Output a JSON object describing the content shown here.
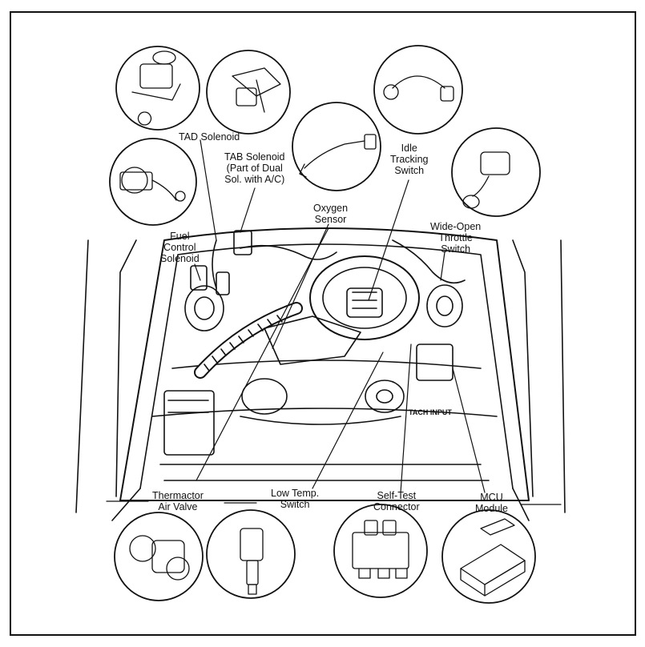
{
  "labels": {
    "tad": [
      "TAD Solenoid"
    ],
    "tab": [
      "TAB Solenoid",
      "(Part of Dual",
      "Sol. with A/C)"
    ],
    "oxygen": [
      "Oxygen",
      "Sensor"
    ],
    "idle": [
      "Idle",
      "Tracking",
      "Switch"
    ],
    "wot": [
      "Wide-Open",
      "Throttle",
      "Switch"
    ],
    "fuel": [
      "Fuel",
      "Control",
      "Solenoid"
    ],
    "tach": [
      "TACH INPUT"
    ],
    "thermactor": [
      "Thermactor",
      "Air Valve"
    ],
    "lowtemp": [
      "Low Temp.",
      "Switch"
    ],
    "selftest": [
      "Self-Test",
      "Connector"
    ],
    "mcu": [
      "MCU",
      "Module"
    ]
  },
  "colors": {
    "ink": "#111111",
    "paper": "#ffffff"
  }
}
